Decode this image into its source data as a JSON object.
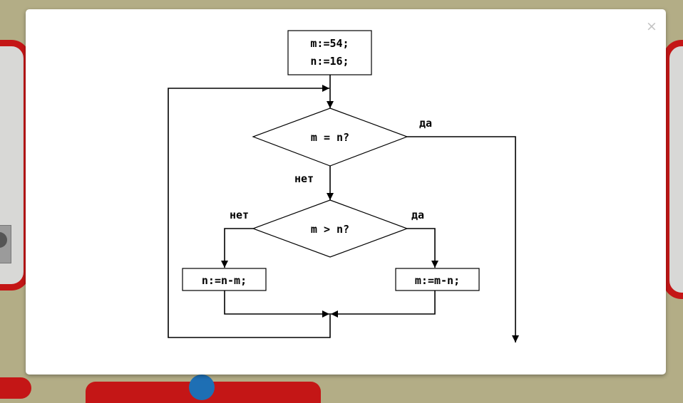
{
  "modal": {
    "close_glyph": "×"
  },
  "flowchart": {
    "init_line1": "m:=54;",
    "init_line2": "n:=16;",
    "decision1": "m = n?",
    "decision1_yes": "да",
    "decision1_no": "нет",
    "decision2": "m > n?",
    "decision2_no": "нет",
    "decision2_yes": "да",
    "assign_left": "n:=n-m;",
    "assign_right": "m:=m-n;"
  }
}
